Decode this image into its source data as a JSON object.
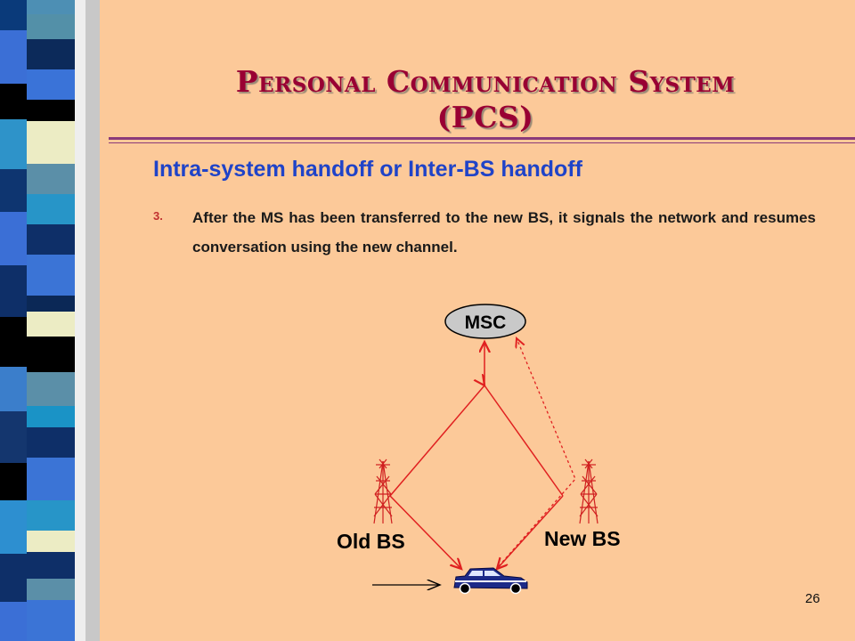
{
  "slide": {
    "title_line1": "Personal Communication System",
    "title_line2": "(PCS)",
    "subtitle": "Intra-system handoff or Inter-BS handoff",
    "step_number": "3.",
    "step_text": "After the MS has been transferred to the new BS, it signals the network and resumes conversation using the new channel.",
    "page_number": "26"
  },
  "diagram": {
    "msc_label": "MSC",
    "old_bs_label": "Old BS",
    "new_bs_label": "New BS"
  },
  "colors": {
    "background": "#fcc999",
    "title": "#990033",
    "subtitle": "#1f43c8",
    "line": "#e02020",
    "msc_fill": "#c9c9c9",
    "car": "#1c2a88"
  }
}
